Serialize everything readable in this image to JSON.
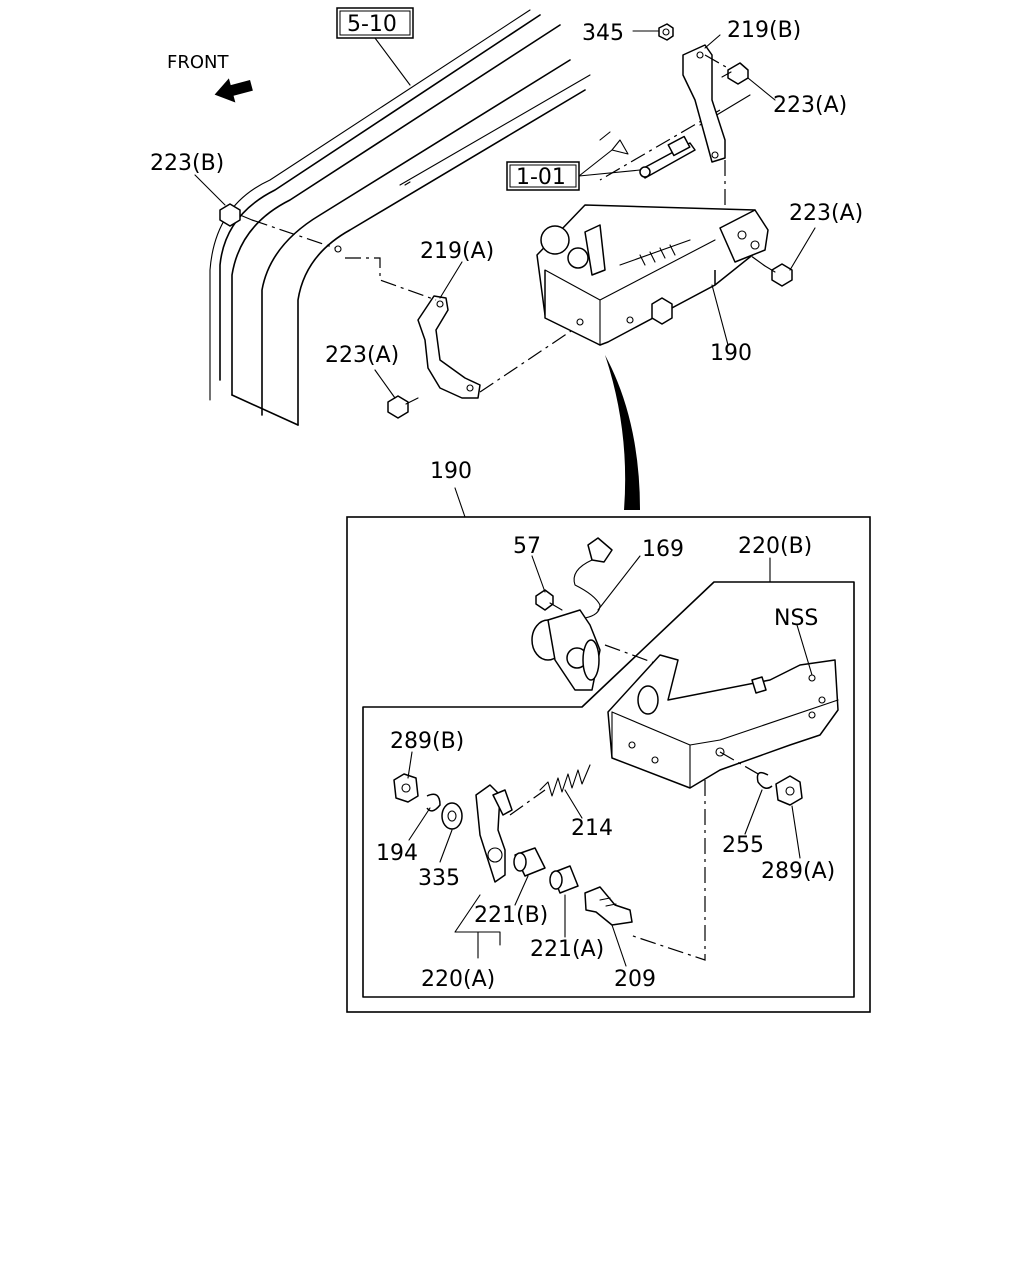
{
  "direction_label": "FRONT",
  "ref_boxes": [
    "5-10",
    "1-01"
  ],
  "detail_title": "190",
  "labels": {
    "p345": "345",
    "p219b": "219(B)",
    "p223a_1": "223(A)",
    "p223b": "223(B)",
    "p223a_2": "223(A)",
    "p219a": "219(A)",
    "p223a_3": "223(A)",
    "p190": "190",
    "p57": "57",
    "p169": "169",
    "p220b": "220(B)",
    "pnss": "NSS",
    "p289b": "289(B)",
    "p194": "194",
    "p335": "335",
    "p214": "214",
    "p255": "255",
    "p289a": "289(A)",
    "p221b": "221(B)",
    "p221a": "221(A)",
    "p220a": "220(A)",
    "p209": "209"
  }
}
